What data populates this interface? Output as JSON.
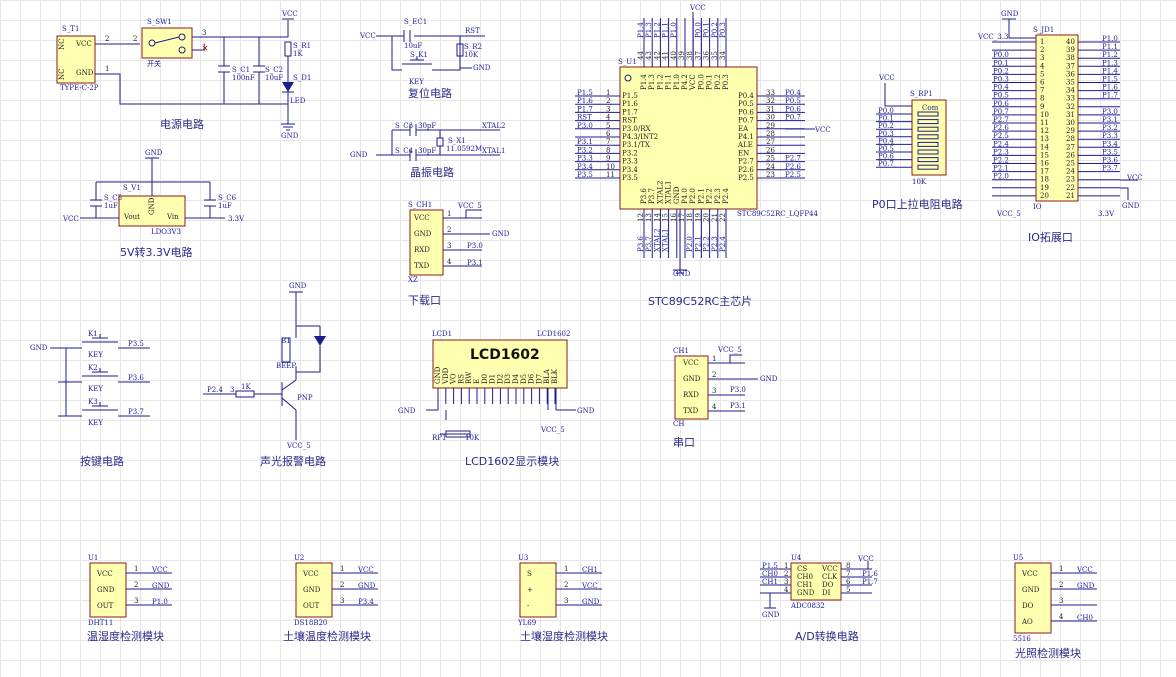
{
  "titles": {
    "power": "电源电路",
    "ldo": "5V转3.3V电路",
    "reset": "复位电路",
    "crystal": "晶振电路",
    "download": "下载口",
    "mcu": "STC89C52RC主芯片",
    "pullup": "P0口上拉电阻电路",
    "io": "IO拓展口",
    "keys": "按键电路",
    "buzzer": "声光报警电路",
    "lcd_module": "LCD1602显示模块",
    "serial": "串口",
    "dht": "温湿度检测模块",
    "soil_temp": "土壤温度检测模块",
    "soil_hum": "土壤湿度检测模块",
    "adc": "A/D转换电路",
    "light": "光照检测模块"
  },
  "power": {
    "t1_ref": "S_T1",
    "t1_name": "TYPE-C-2P",
    "pins": [
      "VCC",
      "GND",
      "NC",
      "NC"
    ],
    "pin_nums": [
      "2",
      "1"
    ],
    "sw_ref": "S_SW1",
    "sw_name": "开关",
    "sw_pins": [
      "2",
      "3",
      "1"
    ],
    "c1_ref": "S_C1",
    "c1_val": "100nF",
    "c2_ref": "S_C2",
    "c2_val": "10uF",
    "r1_ref": "S_R1",
    "r1_val": "1K",
    "d1_ref": "S_D1",
    "d1_val": "LED",
    "vcc": "VCC",
    "gnd": "GND"
  },
  "ldo": {
    "ref": "S_V1",
    "name": "LDO3V3",
    "pins": [
      "GND",
      "Vout",
      "Vin"
    ],
    "c5_ref": "S_C5",
    "c5_val": "1uF",
    "c6_ref": "S_C6",
    "c6_val": "1uF",
    "gnd": "GND",
    "vcc": "VCC",
    "v33": "3.3V"
  },
  "reset": {
    "ec1_ref": "S_EC1",
    "ec1_val": "10uF",
    "k1_ref": "S_K1",
    "k1_val": "KEY",
    "r2_ref": "S_R2",
    "r2_val": "10K",
    "vcc": "VCC",
    "rst": "RST",
    "gnd": "GND"
  },
  "crystal": {
    "c3_ref": "S_C3",
    "c3_val": "30pF",
    "c4_ref": "S_C4",
    "c4_val": "30pF",
    "x1_ref": "S_X1",
    "x1_val": "11.0592M",
    "xtal2": "XTAL2",
    "xtal1": "XTAL1",
    "gnd": "GND"
  },
  "download": {
    "ref": "S_CH1",
    "name": "XZ",
    "pins": [
      "VCC",
      "GND",
      "RXD",
      "TXD"
    ],
    "nums": [
      "1",
      "2",
      "3",
      "4"
    ],
    "vcc5": "VCC_5",
    "gnd": "GND",
    "p30": "P3.0",
    "p31": "P3.1"
  },
  "mcu": {
    "ref": "S_U1",
    "name": "STC89C52RC_LQFP44",
    "vcc": "VCC",
    "gnd": "GND",
    "left_pins": [
      "P1.5",
      "P1.6",
      "P1.7",
      "RST",
      "P3.0/RX",
      "P4.3/INT2",
      "P3.1/TX",
      "P3.2",
      "P3.3",
      "P3.4",
      "P3.5"
    ],
    "left_nums": [
      "1",
      "2",
      "3",
      "4",
      "5",
      "6",
      "7",
      "8",
      "9",
      "10",
      "11"
    ],
    "left_nets": [
      "P1.5",
      "P1.6",
      "P1.7",
      "RST",
      "P3.0",
      "",
      "P3.1",
      "P3.2",
      "P3.3",
      "P3.4",
      "P3.5"
    ],
    "right_pins": [
      "P0.4",
      "P0.5",
      "P0.6",
      "P0.7",
      "EA",
      "P4.1",
      "ALE",
      "EN",
      "P2.7",
      "P2.6",
      "P2.5"
    ],
    "right_nums": [
      "33",
      "32",
      "31",
      "30",
      "29",
      "28",
      "27",
      "26",
      "25",
      "24",
      "23"
    ],
    "right_nets": [
      "P0.4",
      "P0.5",
      "P0.6",
      "P0.7",
      "",
      "",
      "",
      "",
      "P2.7",
      "P2.6",
      "P2.5"
    ],
    "top_pins": [
      "P1.4",
      "P1.3",
      "P1.2",
      "P1.1",
      "P1.0",
      "P4.2",
      "VCC",
      "P0.0",
      "P0.1",
      "P0.2",
      "P0.3"
    ],
    "top_nums": [
      "44",
      "43",
      "42",
      "41",
      "40",
      "39",
      "38",
      "37",
      "36",
      "35",
      "34"
    ],
    "top_nets": [
      "P1.4",
      "P1.3",
      "P1.2",
      "P1.1",
      "P1.0",
      "",
      "",
      "P0.0",
      "P0.1",
      "P0.2",
      "P0.3"
    ],
    "bottom_pins": [
      "P3.6",
      "P3.7",
      "XTAL2",
      "XTAL1",
      "GND",
      "P4.0",
      "P2.0",
      "P2.1",
      "P2.2",
      "P2.3",
      "P2.4"
    ],
    "bottom_nums": [
      "12",
      "13",
      "14",
      "15",
      "16",
      "17",
      "18",
      "19",
      "20",
      "21",
      "22"
    ],
    "bottom_nets": [
      "P3.6",
      "P3.7",
      "XTAL2",
      "XTAL1",
      "",
      "",
      "P2.0",
      "P2.1",
      "P2.2",
      "P2.3",
      "P2.4"
    ]
  },
  "pullup": {
    "ref": "S_RP1",
    "val": "10K",
    "com": "Com",
    "vcc": "VCC",
    "nets": [
      "P0.0",
      "P0.1",
      "P0.2",
      "P0.3",
      "P0.4",
      "P0.5",
      "P0.6",
      "P0.7"
    ]
  },
  "io": {
    "ref": "S_JD1",
    "name": "IO",
    "gnd": "GND",
    "vcc33": "VCC_3.3",
    "vcc": "VCC",
    "vcc5": "VCC_5",
    "v33": "3.3V",
    "left_nets": [
      "",
      "",
      "P0.0",
      "P0.1",
      "P0.2",
      "P0.3",
      "P0.4",
      "P0.5",
      "P0.6",
      "P0.7",
      "P2.7",
      "P2.6",
      "P2.5",
      "P2.4",
      "P2.3",
      "P2.2",
      "P2.1",
      "P2.0",
      "",
      ""
    ],
    "left_nums": [
      "1",
      "2",
      "3",
      "4",
      "5",
      "6",
      "7",
      "8",
      "9",
      "10",
      "11",
      "12",
      "13",
      "14",
      "15",
      "16",
      "17",
      "18",
      "19",
      "20"
    ],
    "right_nums": [
      "40",
      "39",
      "38",
      "37",
      "36",
      "35",
      "34",
      "33",
      "32",
      "31",
      "30",
      "29",
      "28",
      "27",
      "26",
      "25",
      "24",
      "23",
      "22",
      "21"
    ],
    "right_nets": [
      "P1.0",
      "P1.1",
      "P1.2",
      "P1.3",
      "P1.4",
      "P1.5",
      "P1.6",
      "P1.7",
      "",
      "P3.0",
      "P3.1",
      "P3.2",
      "P3.3",
      "P3.4",
      "P3.5",
      "P3.6",
      "P3.7",
      "",
      "",
      ""
    ]
  },
  "keys": {
    "gnd": "GND",
    "items": [
      {
        "ref": "K1",
        "val": "KEY",
        "net": "P3.5"
      },
      {
        "ref": "K2",
        "val": "KEY",
        "net": "P3.6"
      },
      {
        "ref": "K3",
        "val": "KEY",
        "net": "P3.7"
      }
    ]
  },
  "buzzer": {
    "b1_ref": "B1",
    "b1_val": "BEEP",
    "r_val": "1K",
    "net": "P2.4",
    "pin": "3",
    "q_val": "PNP",
    "gnd": "GND",
    "vcc5": "VCC_5"
  },
  "lcd": {
    "ref": "LCD1",
    "name": "LCD1602",
    "title": "LCD1602",
    "pins": [
      "GND",
      "VDD",
      "VO",
      "RS",
      "RW",
      "E",
      "D0",
      "D1",
      "D2",
      "D3",
      "D4",
      "D5",
      "D6",
      "D7",
      "BLA",
      "BLK"
    ],
    "rp_ref": "RP1",
    "rp_val": "10K",
    "gnd": "GND",
    "vcc5": "VCC_5"
  },
  "serial": {
    "ref": "CH1",
    "name": "CH",
    "pins": [
      "VCC",
      "GND",
      "RXD",
      "TXD"
    ],
    "nums": [
      "1",
      "2",
      "3",
      "4"
    ],
    "vcc5": "VCC_5",
    "gnd": "GND",
    "p30": "P3.0",
    "p31": "P3.1"
  },
  "dht": {
    "ref": "U1",
    "name": "DHT11",
    "pins": [
      "VCC",
      "GND",
      "OUT"
    ],
    "nums": [
      "1",
      "2",
      "3"
    ],
    "nets": [
      "VCC",
      "GND",
      "P1.0"
    ]
  },
  "soil_temp": {
    "ref": "U2",
    "name": "DS18B20",
    "pins": [
      "VCC",
      "GND",
      "OUT"
    ],
    "nums": [
      "1",
      "2",
      "3"
    ],
    "nets": [
      "VCC",
      "GND",
      "P3.4"
    ]
  },
  "soil_hum": {
    "ref": "U3",
    "name": "YL69",
    "pins": [
      "S",
      "+",
      "-"
    ],
    "nums": [
      "1",
      "2",
      "3"
    ],
    "nets": [
      "CH1",
      "VCC",
      "GND"
    ]
  },
  "adc": {
    "ref": "U4",
    "name": "ADC0832",
    "left_pins": [
      "CS",
      "CH0",
      "CH1",
      "GND"
    ],
    "left_nets": [
      "P1.5",
      "CH0",
      "CH1",
      ""
    ],
    "left_nums": [
      "1",
      "2",
      "3",
      "4"
    ],
    "right_pins": [
      "VCC",
      "CLK",
      "DO",
      "DI"
    ],
    "right_nums": [
      "8",
      "7",
      "6",
      "5"
    ],
    "right_nets": [
      "",
      "P1.6",
      "P1.7",
      ""
    ],
    "vcc": "VCC",
    "gnd": "GND"
  },
  "light": {
    "ref": "U5",
    "name": "5516",
    "pins": [
      "VCC",
      "GND",
      "DO",
      "AO"
    ],
    "nums": [
      "1",
      "2",
      "3",
      "4"
    ],
    "nets": [
      "VCC",
      "GND",
      "",
      "CH0"
    ]
  }
}
